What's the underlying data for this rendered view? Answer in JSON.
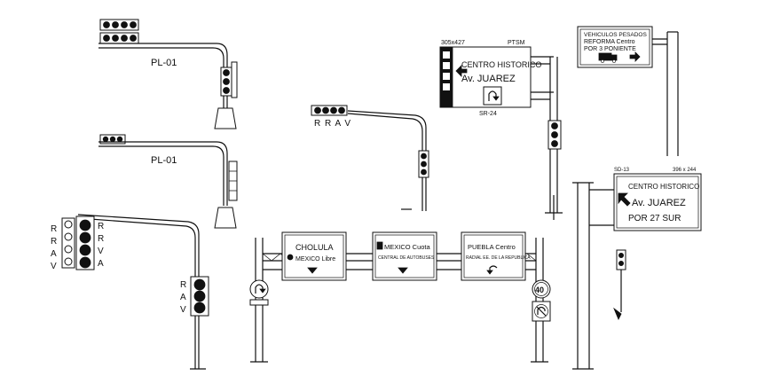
{
  "pole_labels": {
    "pl01_top": "PL-01",
    "pl01_middle": "PL-01"
  },
  "signal_letters": {
    "rrav_text": "R R A V",
    "r": "R",
    "a": "A",
    "v": "V"
  },
  "sign_sr24": {
    "size": "305x427",
    "code_right": "PTSM",
    "line1": "CENTRO HISTORICO",
    "line2": "Av. JUAREZ",
    "code_below": "SR-24"
  },
  "sign_truck": {
    "line1": "VEHICULOS PESADOS",
    "line2": "REFORMA Centro",
    "line3": "POR 3 PONIENTE"
  },
  "sign_sd13": {
    "code": "SD-13",
    "size": "396 x 244",
    "line1": "CENTRO HISTORICO",
    "line2": "Av. JUAREZ",
    "line3": "POR 27 SUR"
  },
  "gantry": {
    "sign1_line1": "CHOLULA",
    "sign1_line2": "MEXICO Libre",
    "sign2_line1": "MEXICO Cuota",
    "sign2_line2": "CENTRAL DE AUTOBUSES",
    "sign3_line1": "PUEBLA Centro",
    "sign3_line2": "RADIAL EE. DE LA REPUBLICA",
    "speed_limit": "40"
  },
  "icons": [
    "traffic-signal-icon",
    "arrow-right-icon",
    "arrow-down-icon",
    "u-turn-icon",
    "truck-icon",
    "no-u-turn-icon"
  ]
}
